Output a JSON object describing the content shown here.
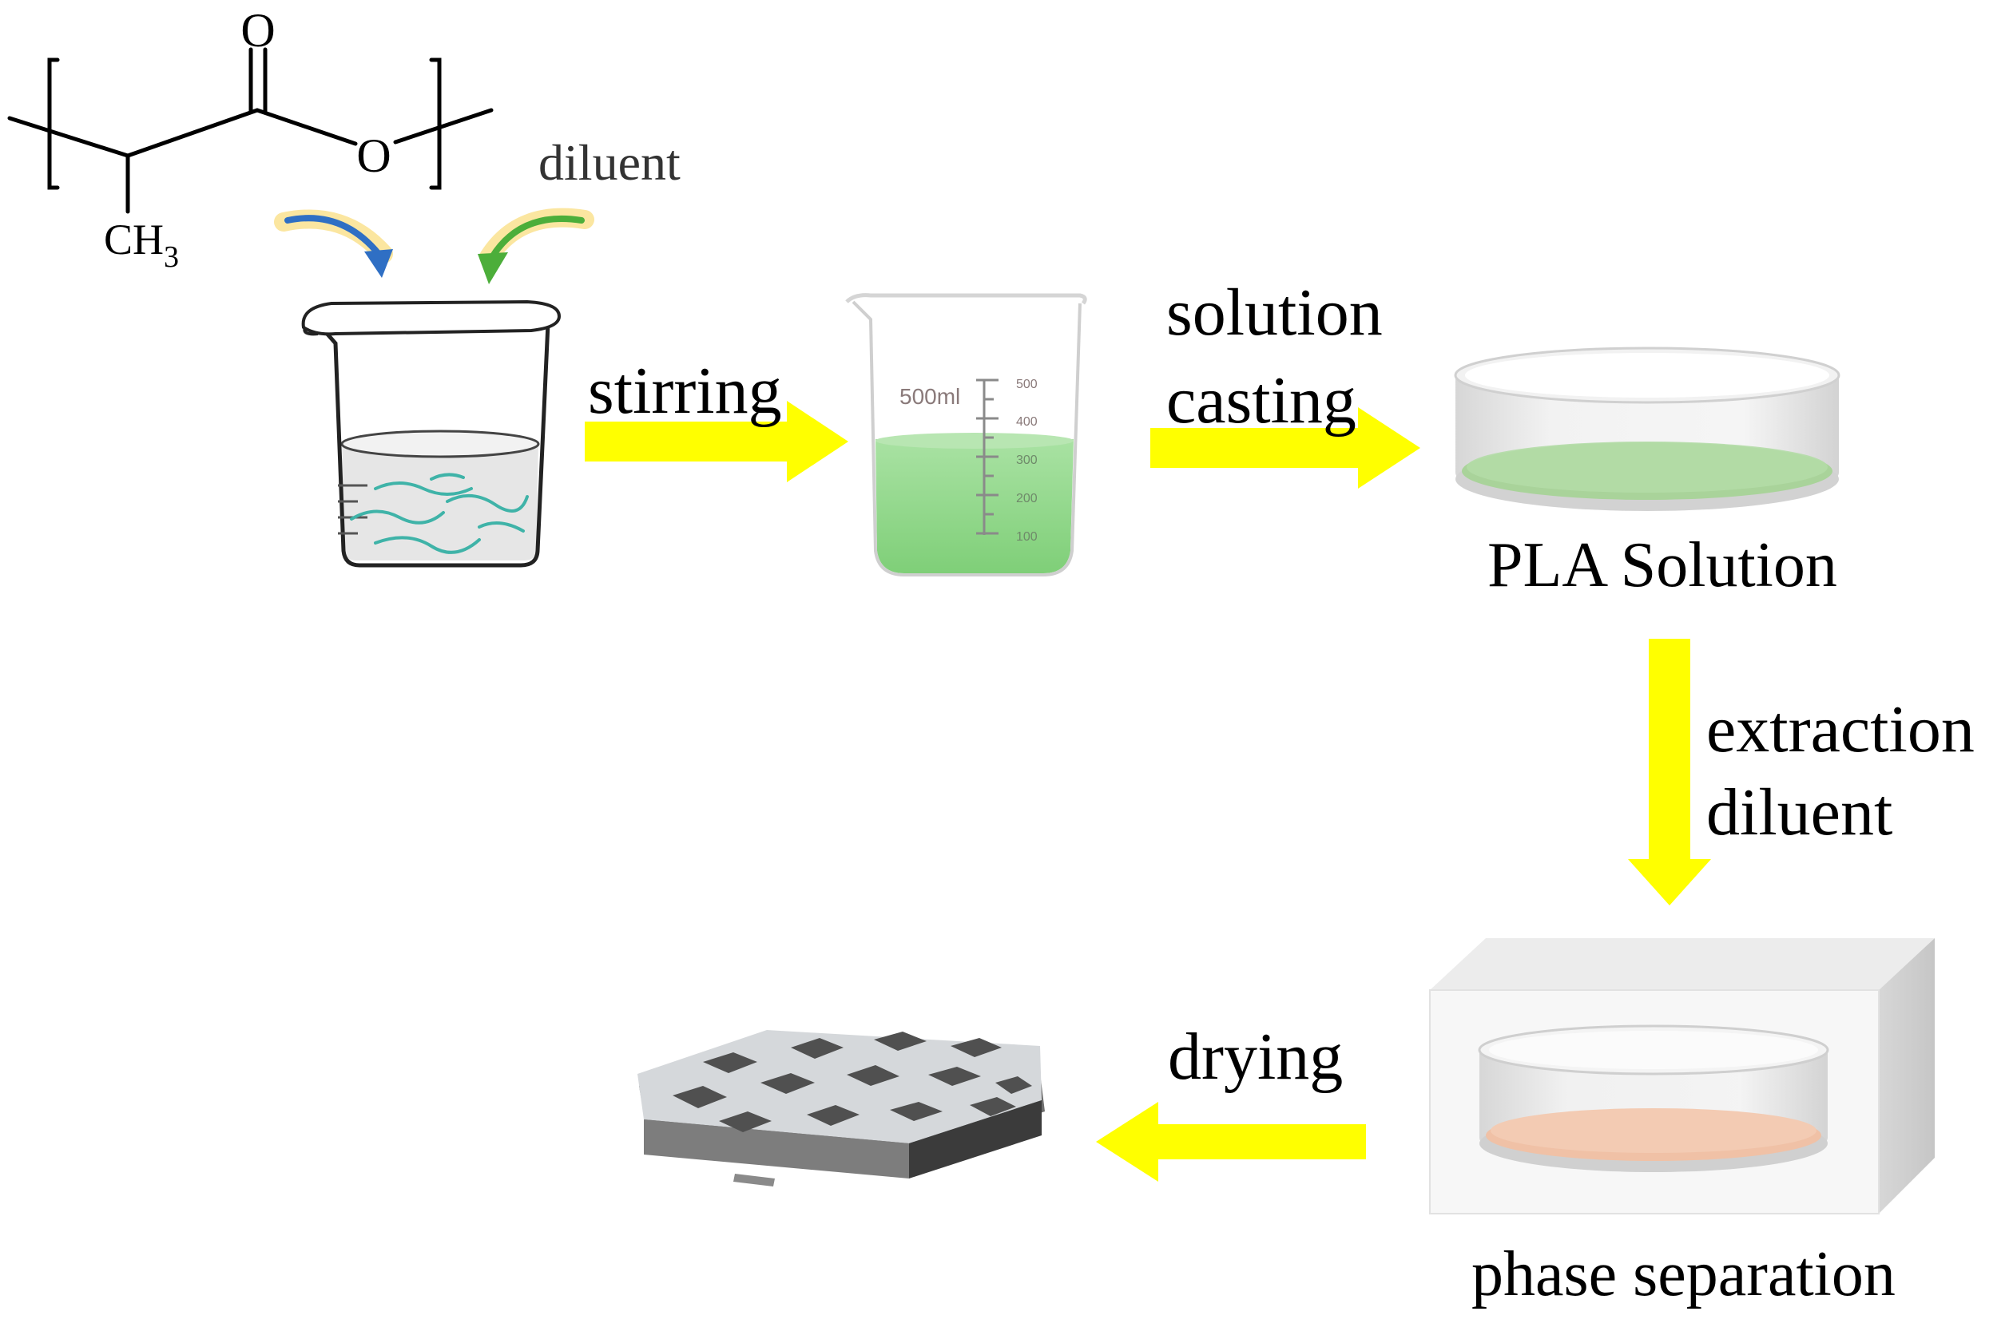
{
  "molecule": {
    "carbonyl_oxygen": "O",
    "ester_oxygen": "O",
    "methyl_group": "CH",
    "methyl_subscript": "3"
  },
  "labels": {
    "diluent": "diluent",
    "stirring": "stirring",
    "solution_casting_line1": "solution",
    "solution_casting_line2": "casting",
    "pla_solution": "PLA Solution",
    "extraction_line1": "extraction",
    "extraction_line2": "diluent",
    "drying": "drying",
    "phase_separation": "phase separation"
  },
  "beaker": {
    "volume_label": "500ml",
    "scale_ticks": [
      "500",
      "400",
      "300",
      "200",
      "100"
    ]
  },
  "colors": {
    "arrow": "#ffff00",
    "green_solution": "#8fd88a",
    "peach_layer": "#f0c1a6",
    "polymer_chain": "#3fb3a8",
    "blue_arrow": "#2f6fc4",
    "green_arrow": "#4cae3a",
    "scaffold_gray": "#666666"
  }
}
